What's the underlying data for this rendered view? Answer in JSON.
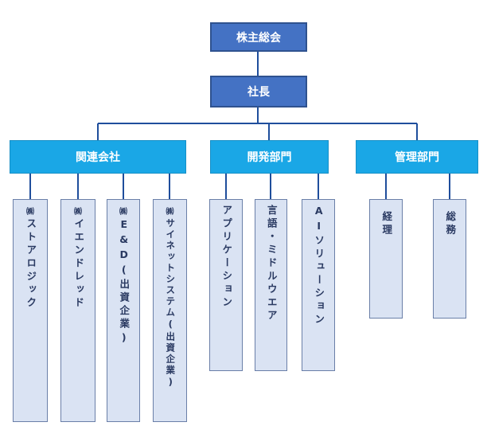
{
  "top": {
    "shareholders": "株主総会",
    "president": "社長"
  },
  "divisions": [
    {
      "label": "関連会社"
    },
    {
      "label": "開発部門"
    },
    {
      "label": "管理部門"
    }
  ],
  "affiliates": [
    {
      "prefix": "㈱",
      "name": "ストアロジック"
    },
    {
      "prefix": "㈱",
      "name": "イエンドレッド"
    },
    {
      "prefix": "㈱",
      "name": "E&D(出資企業)"
    },
    {
      "prefix": "㈱",
      "name": "サイネットシステム(出資企業)"
    }
  ],
  "development": [
    {
      "name": "アプリケーション"
    },
    {
      "name": "言語・ミドルウエア"
    },
    {
      "name": "AIソリューション"
    }
  ],
  "management": [
    {
      "name": "経理"
    },
    {
      "name": "総務"
    }
  ],
  "colors": {
    "navy": "#4472c4",
    "cyan": "#1aa7e6",
    "leaf": "#dae3f3",
    "line": "#1f4e9c"
  }
}
